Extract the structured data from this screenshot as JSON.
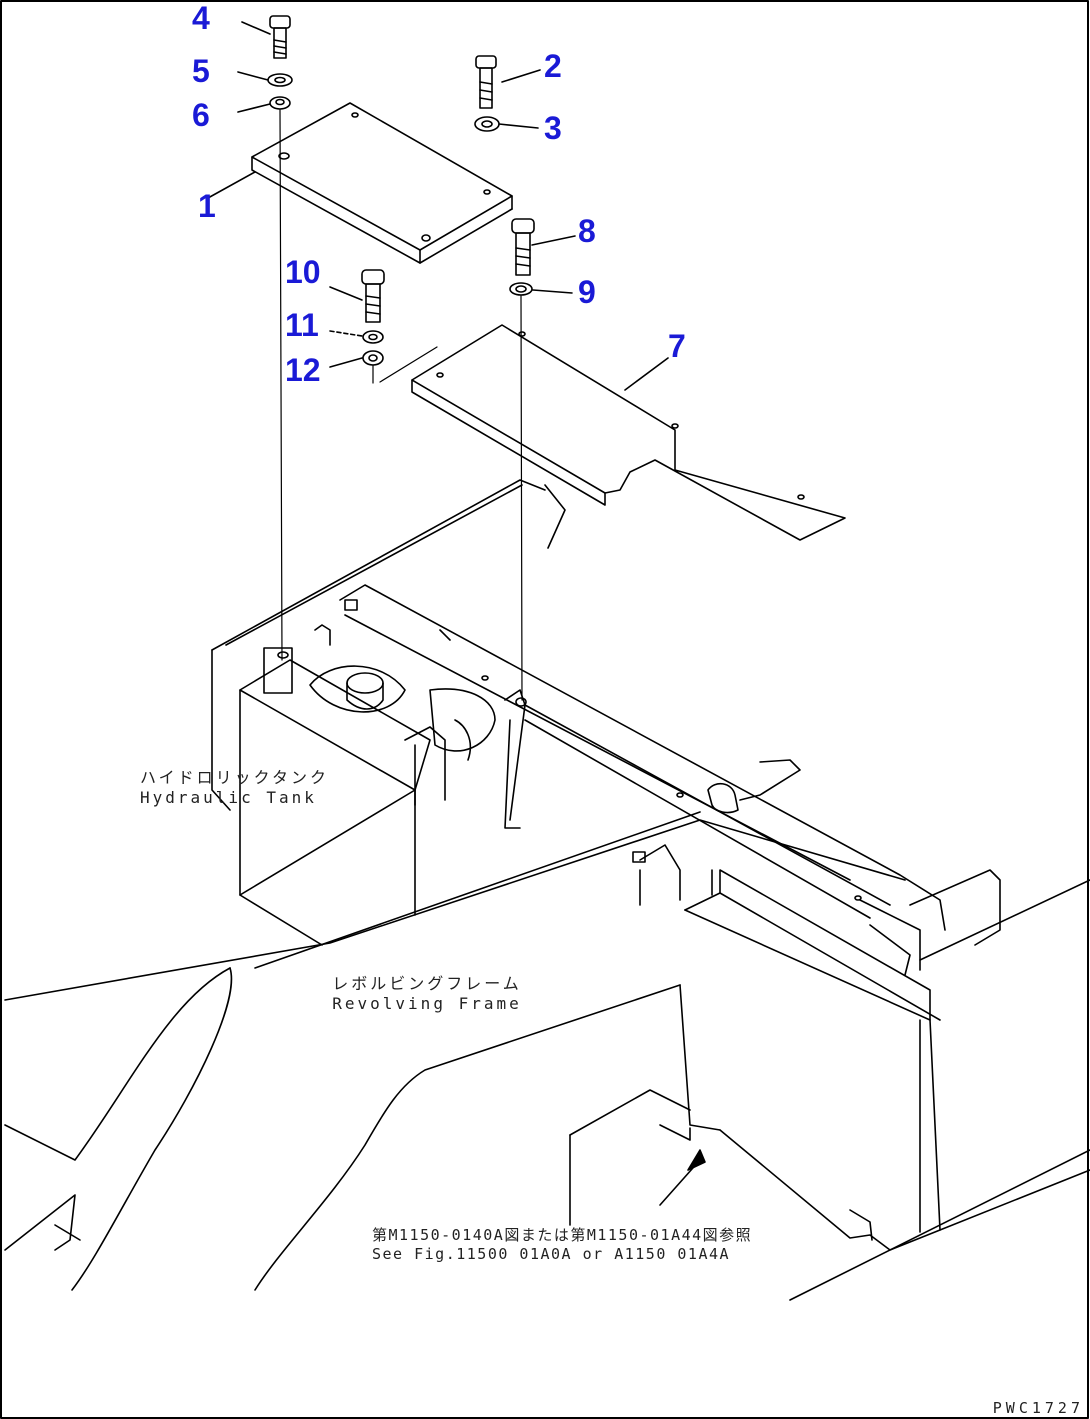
{
  "callouts": {
    "c1": "1",
    "c2": "2",
    "c3": "3",
    "c4": "4",
    "c5": "5",
    "c6": "6",
    "c7": "7",
    "c8": "8",
    "c9": "9",
    "c10": "10",
    "c11": "11",
    "c12": "12"
  },
  "labels": {
    "hydraulic_tank_jp": "ハイドロリックタンク",
    "hydraulic_tank_en": "Hydraulic Tank",
    "revolving_frame_jp": "レボルビングフレーム",
    "revolving_frame_en": "Revolving Frame",
    "reference_jp": "第M1150-0140A図または第M1150-01A44図参照",
    "reference_en": "See Fig.11500 01A0A or A1150 01A4A"
  },
  "drawing_number": "PWC1727",
  "colors": {
    "callout": "#1a1ad6",
    "line": "#000000"
  }
}
